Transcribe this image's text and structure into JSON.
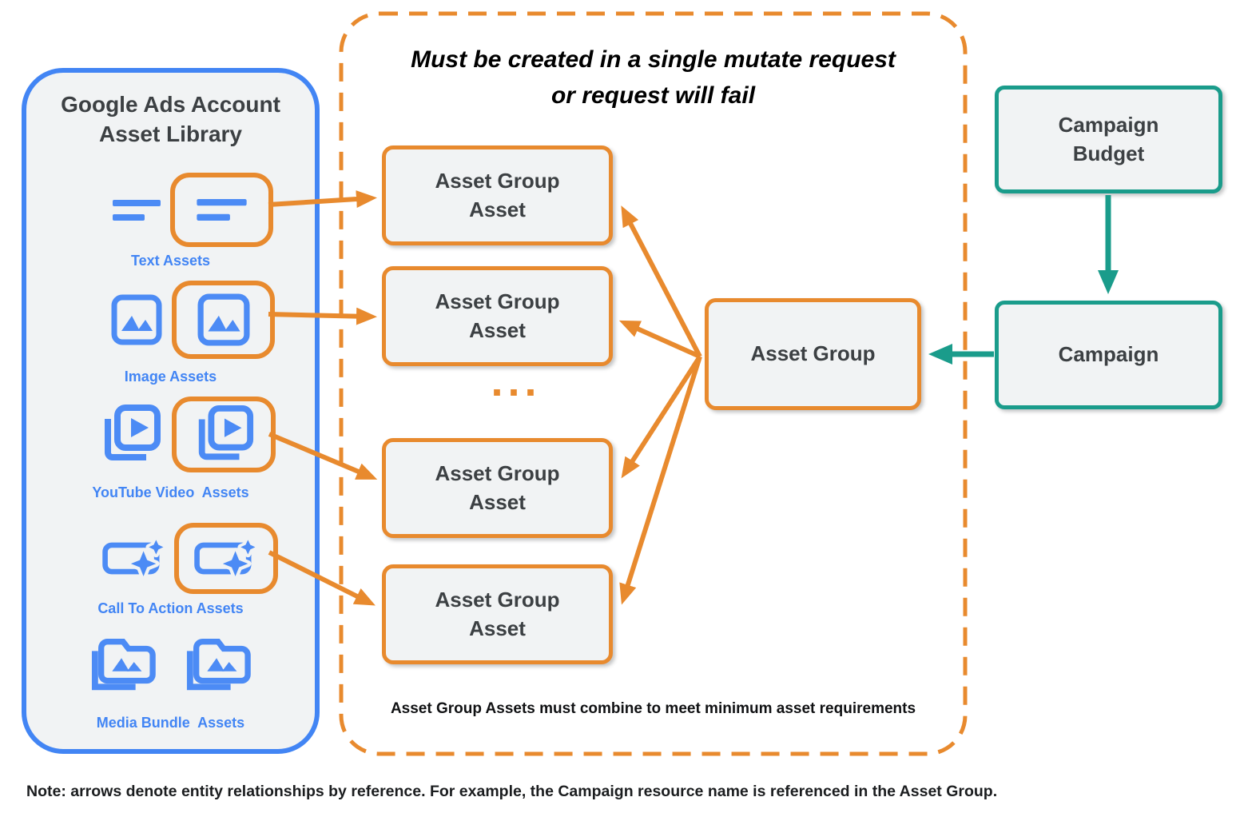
{
  "library": {
    "title": "Google Ads Account\nAsset Library",
    "items": [
      {
        "label": "Text Assets"
      },
      {
        "label": "Image Assets"
      },
      {
        "label": "YouTube Video  Assets"
      },
      {
        "label": "Call To Action Assets"
      },
      {
        "label": "Media Bundle  Assets"
      }
    ]
  },
  "mutate_box": {
    "title": "Must be created in a single mutate request\nor request will fail",
    "asset_group_asset_boxes": [
      "Asset Group\nAsset",
      "Asset Group\nAsset",
      "Asset Group\nAsset",
      "Asset Group\nAsset"
    ],
    "ellipsis": "...",
    "footnote": "Asset Group Assets must combine to meet minimum asset requirements"
  },
  "entities": {
    "asset_group": {
      "label": "Asset Group"
    },
    "campaign_budget": {
      "label": "Campaign\nBudget"
    },
    "campaign": {
      "label": "Campaign"
    }
  },
  "note": "Note: arrows denote entity relationships by reference. For example, the Campaign resource name is referenced in the Asset Group.",
  "colors": {
    "orange": "#E88A2E",
    "blue": "#4285F4",
    "icon_blue": "#4C8BF5",
    "teal": "#1A9C8B",
    "box_fill": "#F1F3F4",
    "text_dark": "#3C4043"
  }
}
